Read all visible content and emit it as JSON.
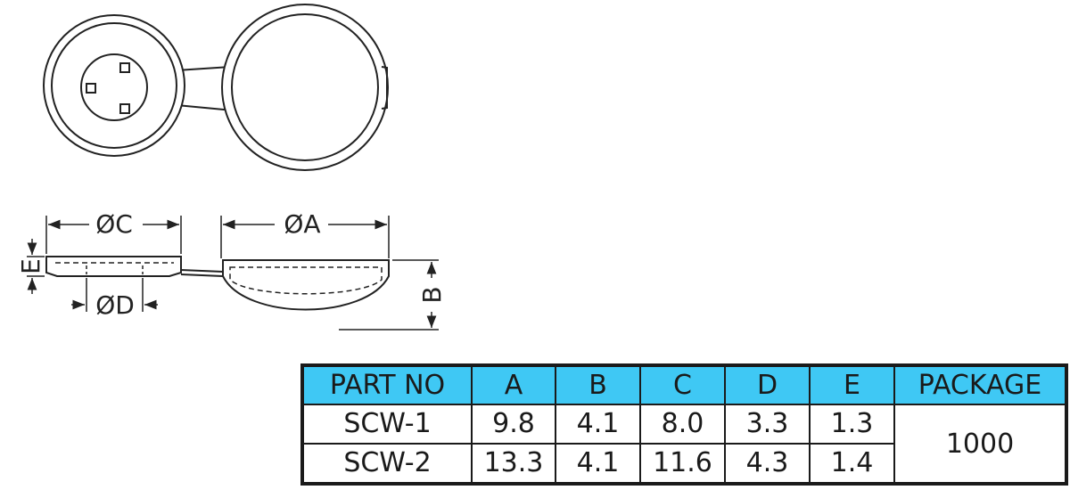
{
  "drawing": {
    "dimension_labels": {
      "c": "ØC",
      "a": "ØA",
      "d": "ØD",
      "e": "E",
      "b": "B"
    }
  },
  "spec_table": {
    "header_color": "#3fc8f4",
    "columns": [
      "PART NO",
      "A",
      "B",
      "C",
      "D",
      "E",
      "PACKAGE"
    ],
    "rows": [
      {
        "part_no": "SCW-1",
        "a": "9.8",
        "b": "4.1",
        "c": "8.0",
        "d": "3.3",
        "e": "1.3"
      },
      {
        "part_no": "SCW-2",
        "a": "13.3",
        "b": "4.1",
        "c": "11.6",
        "d": "4.3",
        "e": "1.4"
      }
    ],
    "package": "1000"
  }
}
